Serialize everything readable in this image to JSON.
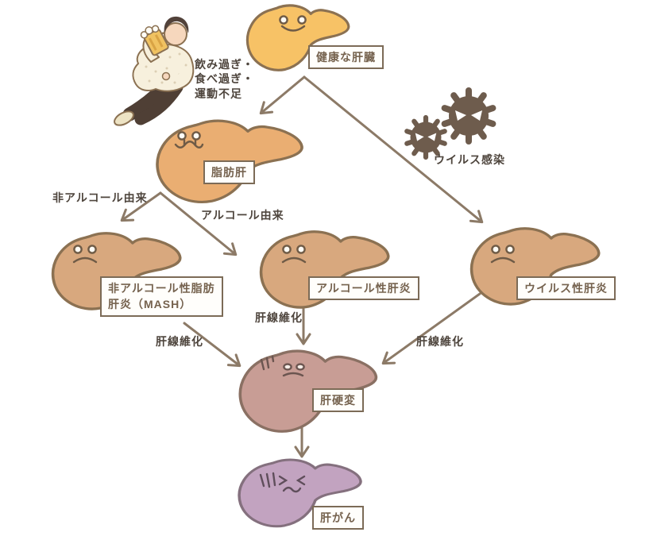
{
  "diagram": {
    "nodes": {
      "healthy": {
        "label": "健康な肝臓"
      },
      "fatty": {
        "label": "脂肪肝"
      },
      "mash": {
        "label": "非アルコール性脂肪\n肝炎（MASH）"
      },
      "alcoholic": {
        "label": "アルコール性肝炎"
      },
      "viral": {
        "label": "ウイルス性肝炎"
      },
      "cirrhosis": {
        "label": "肝硬変"
      },
      "cancer": {
        "label": "肝がん"
      }
    },
    "annotations": {
      "lifestyle": "飲み過ぎ・\n食べ過ぎ・\n運動不足",
      "virus_infection": "ウイルス感染",
      "non_alcohol_origin": "非アルコール由来",
      "alcohol_origin": "アルコール由来",
      "fibrosis_from_mash": "肝線維化",
      "fibrosis_from_alcoholic": "肝線維化",
      "fibrosis_from_viral": "肝線維化"
    },
    "colors": {
      "healthy_liver": "#F7C266",
      "fatty_liver": "#EAAE72",
      "hepatitis_liver": "#D8A87E",
      "cirrhosis_liver": "#C89D95",
      "cancer_liver": "#C2A3C0",
      "liver_outline": "#8B7152",
      "arrow": "#8C7A67",
      "label_box_border": "#7C6B57",
      "label_text": "#75624E",
      "annotation_text": "#4E453D",
      "virus": "#6E5C4D"
    }
  }
}
